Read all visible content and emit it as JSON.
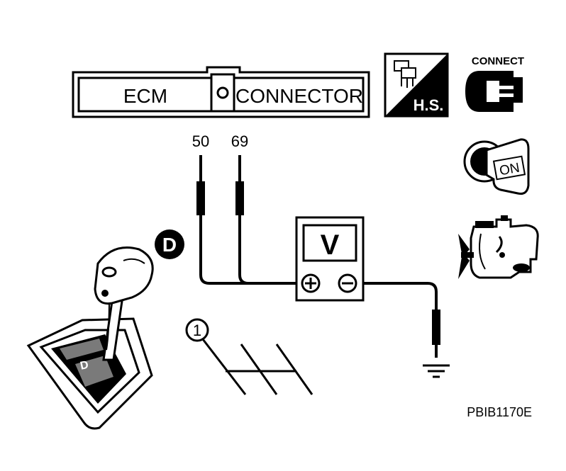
{
  "connector": {
    "left_label": "ECM",
    "right_label": "CONNECTOR"
  },
  "icons": {
    "harness_side": {
      "label": "H.S."
    },
    "connect": {
      "label": "CONNECT"
    },
    "ignition": {
      "label": "ON"
    },
    "engine": {
      "label": ""
    }
  },
  "terminals": [
    {
      "number": "50"
    },
    {
      "number": "69"
    }
  ],
  "voltmeter": {
    "symbol": "V"
  },
  "shifter": {
    "position_badge": "D",
    "gate_label": "D"
  },
  "manual_gearbox": {
    "badge": "1"
  },
  "figure_code": "PBIB1170E",
  "colors": {
    "ink": "#000000",
    "paper": "#ffffff",
    "shade": "#7a7a7a"
  }
}
